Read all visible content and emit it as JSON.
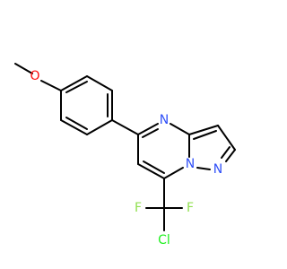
{
  "molecule": {
    "atoms": {
      "o_methoxy": {
        "symbol": "O",
        "color": "#ff0d0d"
      },
      "n4": {
        "symbol": "N",
        "color": "#3050f8"
      },
      "n1": {
        "symbol": "N",
        "color": "#3050f8"
      },
      "n2": {
        "symbol": "N",
        "color": "#3050f8"
      },
      "f_left": {
        "symbol": "F",
        "color": "#90e050"
      },
      "f_right": {
        "symbol": "F",
        "color": "#90e050"
      },
      "cl": {
        "symbol": "Cl",
        "color": "#1ff01f"
      }
    }
  }
}
